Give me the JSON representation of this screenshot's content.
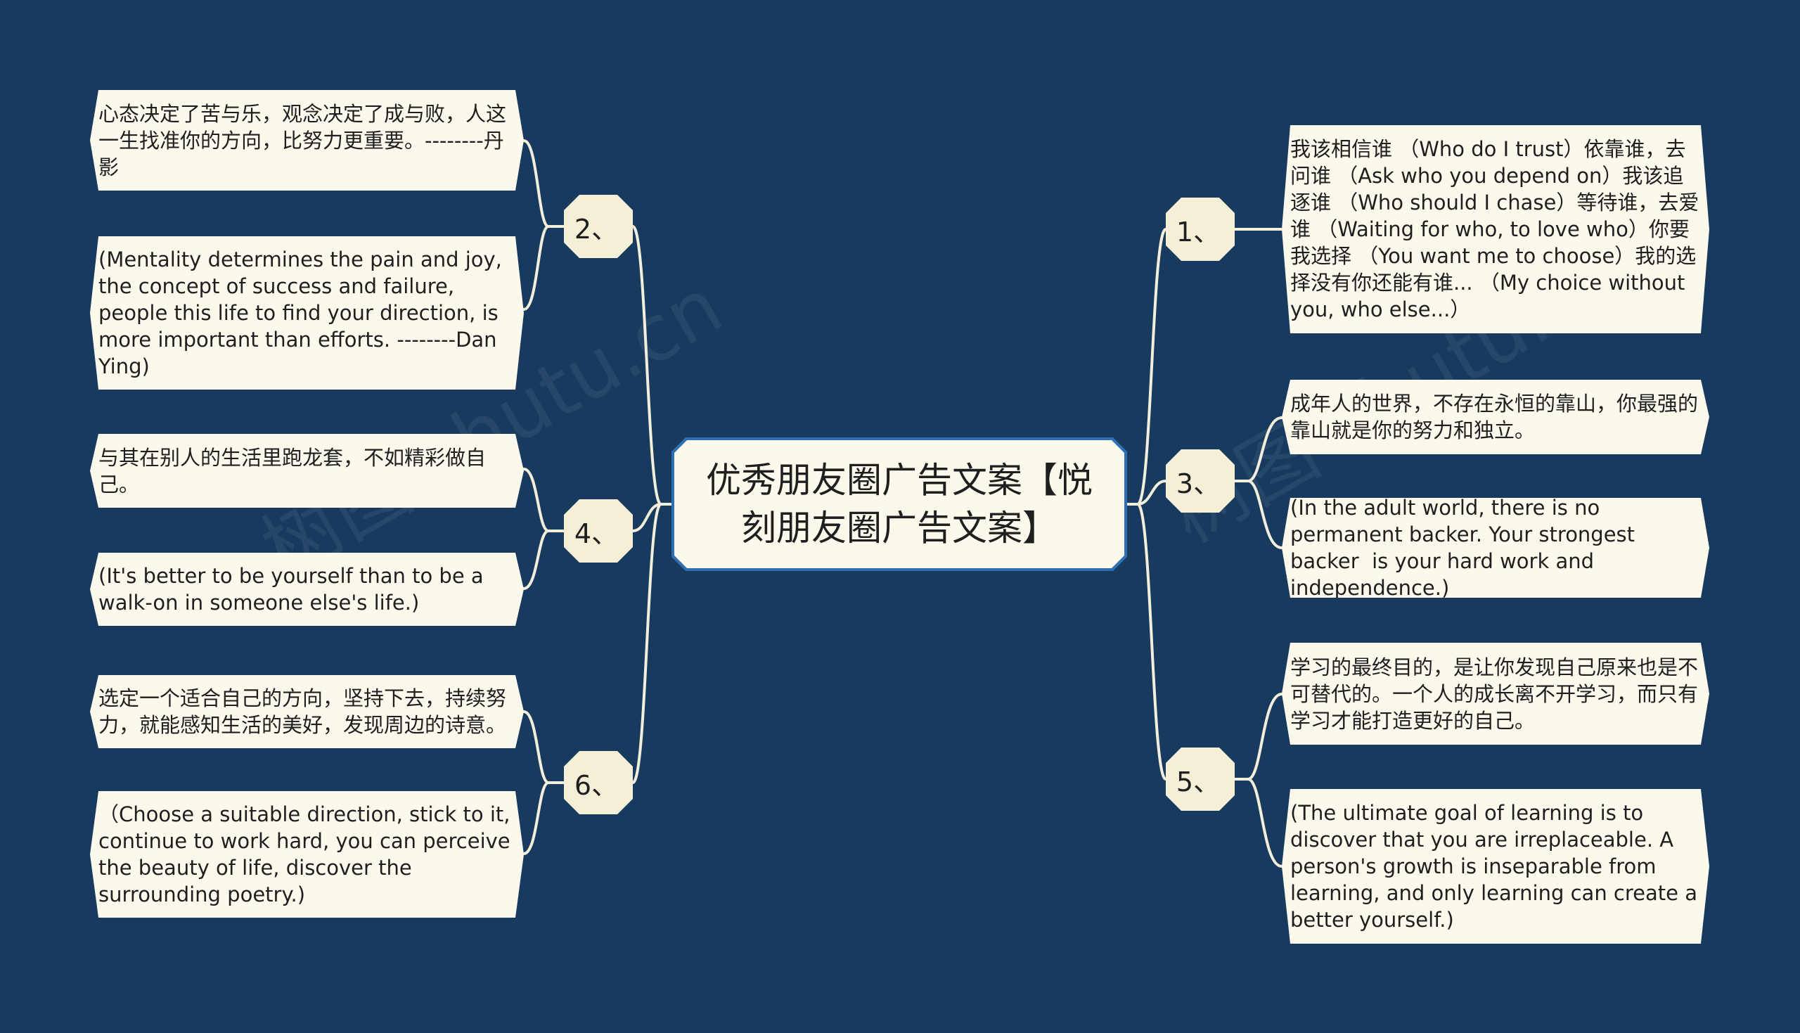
{
  "center": {
    "title": "优秀朋友圈广告文案【悦刻朋友圈广告文案】"
  },
  "branches": {
    "b1": {
      "label": "1、",
      "leaves": [
        "我该相信谁 （Who do I trust）依靠谁，去问谁 （Ask who you depend on）我该追逐谁 （Who should I chase）等待谁，去爱谁 （Waiting for who, to love who）你要我选择 （You want me to choose）我的选择没有你还能有谁... （My choice without you, who else...）"
      ]
    },
    "b2": {
      "label": "2、",
      "leaves": [
        "心态决定了苦与乐，观念决定了成与败，人这一生找准你的方向，比努力更重要。--------丹影",
        "(Mentality determines the pain and joy, the concept of success and failure, people this life to find your direction, is more important than efforts. --------Dan Ying)"
      ]
    },
    "b3": {
      "label": "3、",
      "leaves": [
        "成年人的世界，不存在永恒的靠山，你最强的靠山就是你的努力和独立。",
        "(In the adult world, there is no permanent backer. Your strongest backer  is your hard work and independence.)"
      ]
    },
    "b4": {
      "label": "4、",
      "leaves": [
        "与其在别人的生活里跑龙套，不如精彩做自己。",
        "(It's better to be yourself than to be a walk-on in someone else's life.)"
      ]
    },
    "b5": {
      "label": "5、",
      "leaves": [
        "学习的最终目的，是让你发现自己原来也是不可替代的。一个人的成长离不开学习，而只有学习才能打造更好的自己。",
        "(The ultimate goal of learning is to discover that you are irreplaceable. A person's growth is inseparable from learning, and only learning can create a better yourself.)"
      ]
    },
    "b6": {
      "label": "6、",
      "leaves": [
        "选定一个适合自己的方向，坚持下去，持续努力，就能感知生活的美好，发现周边的诗意。",
        "（Choose a suitable direction, stick to it, continue to work hard, you can perceive the beauty of life, discover the surrounding poetry.)"
      ]
    }
  },
  "colors": {
    "background": "#173a5e",
    "node_fill": "#fbf8ec",
    "center_border": "#2e6fb1",
    "connector": "#f3eedb"
  }
}
